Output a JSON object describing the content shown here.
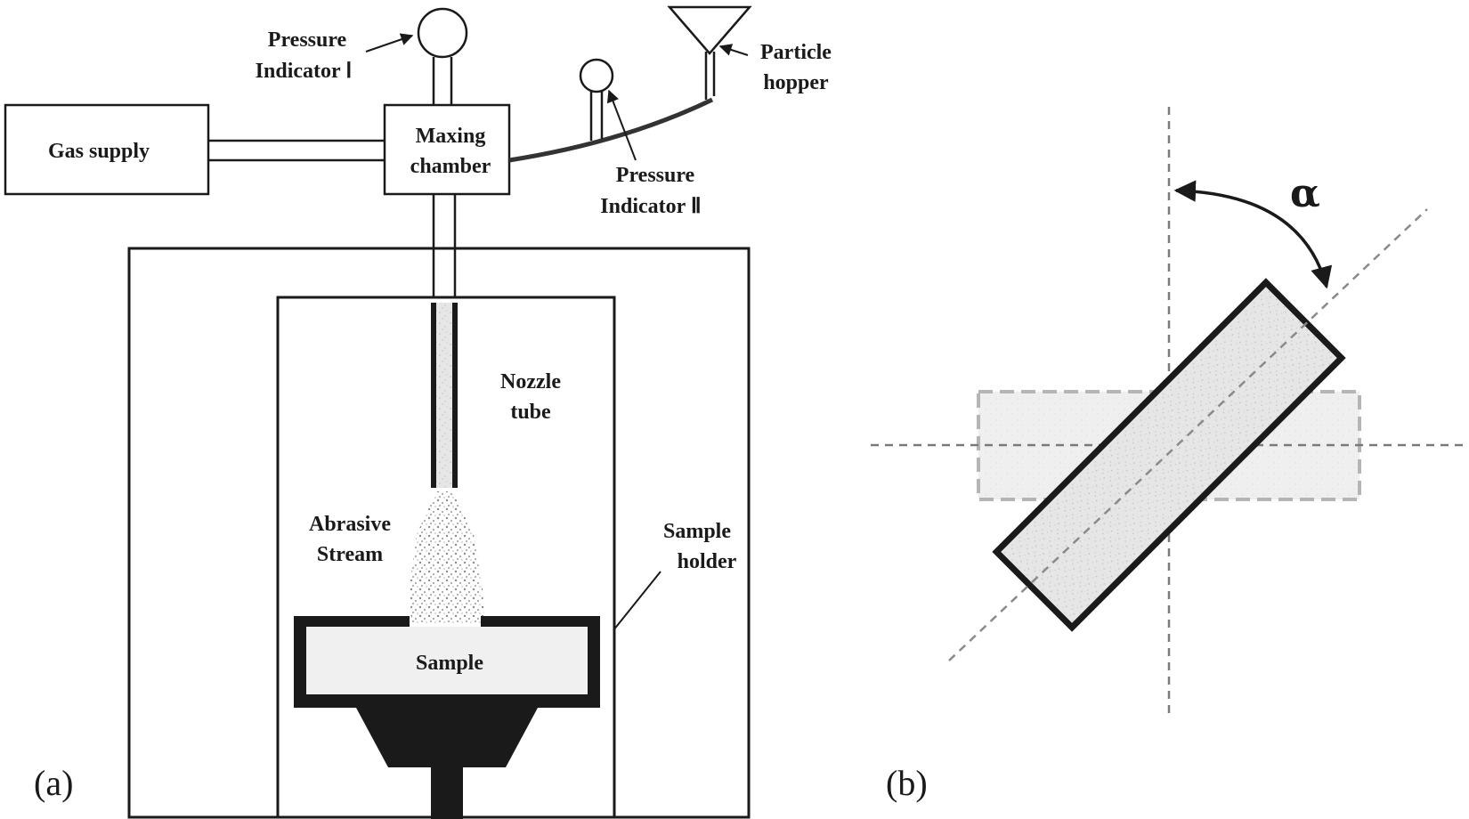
{
  "panel_a": {
    "panel_label": "(a)",
    "labels": {
      "gas_supply": "Gas supply",
      "mixing_chamber_line1": "Maxing",
      "mixing_chamber_line2": "chamber",
      "pressure_indicator_1_line1": "Pressure",
      "pressure_indicator_1_line2": "Indicator Ⅰ",
      "pressure_indicator_2_line1": "Pressure",
      "pressure_indicator_2_line2": "Indicator Ⅱ",
      "particle_hopper_line1": "Particle",
      "particle_hopper_line2": "hopper",
      "nozzle_tube_line1": "Nozzle",
      "nozzle_tube_line2": "tube",
      "abrasive_stream_line1": "Abrasive",
      "abrasive_stream_line2": "Stream",
      "sample_holder_line1": "Sample",
      "sample_holder_line2": "holder",
      "sample": "Sample"
    }
  },
  "panel_b": {
    "panel_label": "(b)",
    "angle_symbol": "α"
  }
}
